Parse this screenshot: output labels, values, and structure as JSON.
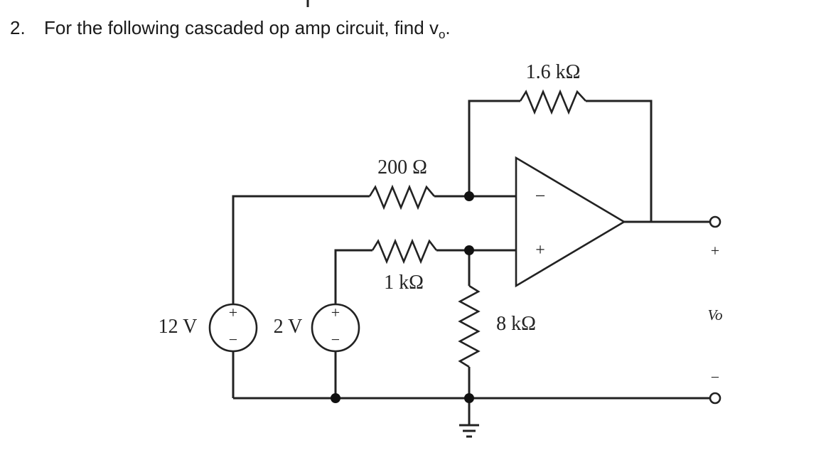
{
  "problem": {
    "number": "2.",
    "text": "For the following cascaded op amp circuit, find v",
    "subscript": "o",
    "end": "."
  },
  "circuit": {
    "feedback_resistor": "1.6 kΩ",
    "input_resistor_top": "200 Ω",
    "input_resistor_bottom": "1 kΩ",
    "shunt_resistor": "8 kΩ",
    "source_left": "12 V",
    "source_right": "2 V",
    "output_label": "Vo",
    "plus": "+",
    "minus": "−",
    "opamp_inverting": "−",
    "opamp_noninverting": "+"
  }
}
